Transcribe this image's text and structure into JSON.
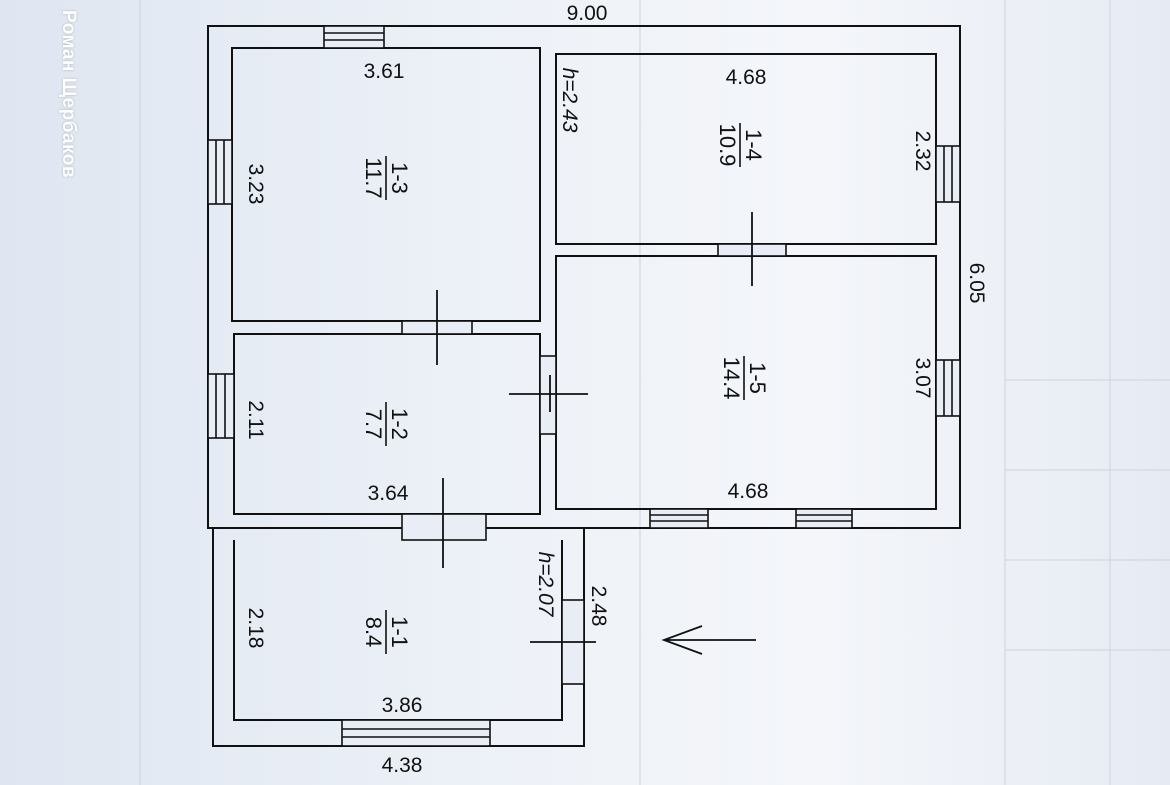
{
  "watermark": "Роман Щербаков",
  "overall": {
    "width": "9.00",
    "depth": "6.05"
  },
  "rooms": [
    {
      "id": "1-1",
      "area": "8.4",
      "len_a": "2.18",
      "len_b": "3.86"
    },
    {
      "id": "1-2",
      "area": "7.7",
      "len_a": "2.11",
      "len_b": "3.64"
    },
    {
      "id": "1-3",
      "area": "11.7",
      "len_a": "3.23",
      "len_b": "3.61"
    },
    {
      "id": "1-4",
      "area": "10.9",
      "len_a": "4.68",
      "len_b": "2.32"
    },
    {
      "id": "1-5",
      "area": "14.4",
      "len_a": "3.07",
      "len_b": "4.68"
    }
  ],
  "porch": {
    "length": "4.38",
    "width": "2.48"
  },
  "heights": {
    "main": "h=2.43",
    "porch": "h=2.07"
  },
  "colors": {
    "line": "#111111",
    "background": "#e9eef6",
    "watermark": "#ffffff"
  }
}
